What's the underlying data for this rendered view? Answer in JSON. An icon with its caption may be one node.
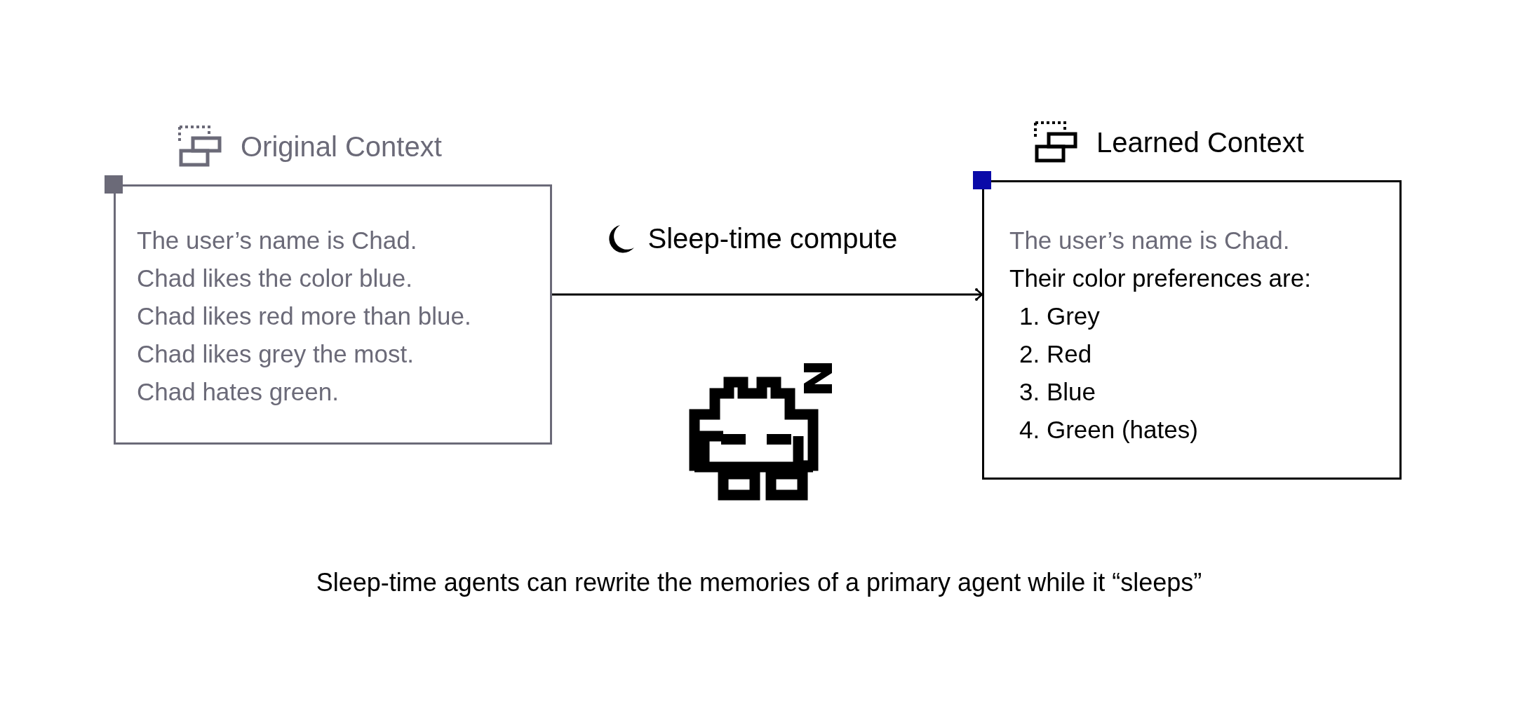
{
  "diagram": {
    "caption": "Sleep-time agents can rewrite the memories of a primary agent while it “sleeps”",
    "nodes": [
      {
        "text": [
          "Original Context",
          "The user’s name is Chad.",
          "Chad likes the color blue.",
          "Chad likes red more than blue.",
          "Chad likes grey the most.",
          "Chad hates green."
        ]
      },
      {
        "text": [
          "Learned Context",
          "The user’s name is Chad.",
          "Their color preferences are:",
          "1. Grey",
          "2. Red",
          "3. Blue",
          "4. Green (hates)"
        ]
      }
    ],
    "edges": [
      {
        "from": 0,
        "to": 1,
        "arrow": "to",
        "label": "Sleep-time compute"
      }
    ]
  }
}
